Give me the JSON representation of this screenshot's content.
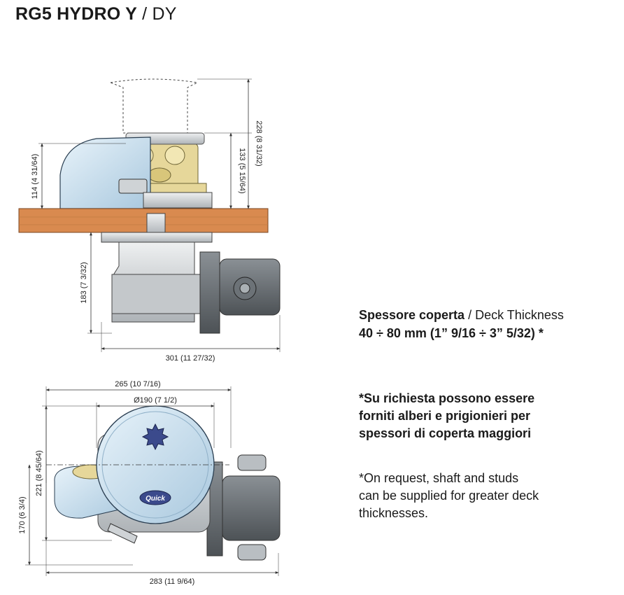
{
  "header": {
    "model": "RG5 HYDRO Y",
    "separator": "/",
    "variant": "DY"
  },
  "side_view": {
    "dims": {
      "height_above_deck": "114 (4 31/64)",
      "chain_height": "133 (5 15/64)",
      "total_height": "228 (8 31/32)",
      "below_deck": "183 (7 3/32)",
      "overall_length": "301 (11 27/32)"
    }
  },
  "top_view": {
    "dims": {
      "length": "265 (10 7/16)",
      "diameter": "Ø190 (7 1/2)",
      "width_221": "221 (8 45/64)",
      "width_170": "170 (6 3/4)",
      "overall_283": "283 (11 9/64)"
    },
    "brand_mark": "Quick"
  },
  "deck_thickness": {
    "label_it": "Spessore coperta",
    "separator": "/",
    "label_en": "Deck Thickness",
    "range": "40 ÷ 80 mm (1” 9/16 ÷ 3” 5/32) *"
  },
  "notes": {
    "italian": [
      "*Su richiesta possono essere",
      "forniti alberi e prigionieri per",
      "spessori di coperta maggiori"
    ],
    "english": [
      "*On request, shaft and studs",
      "can be supplied for greater deck",
      "thicknesses."
    ]
  },
  "colors": {
    "cover_blue": "#c9dfee",
    "deck_wood": "#d98a4f",
    "bronze": "#e6d79a",
    "motor_grey": "#6d7378",
    "metal_light": "#d4d7da"
  }
}
